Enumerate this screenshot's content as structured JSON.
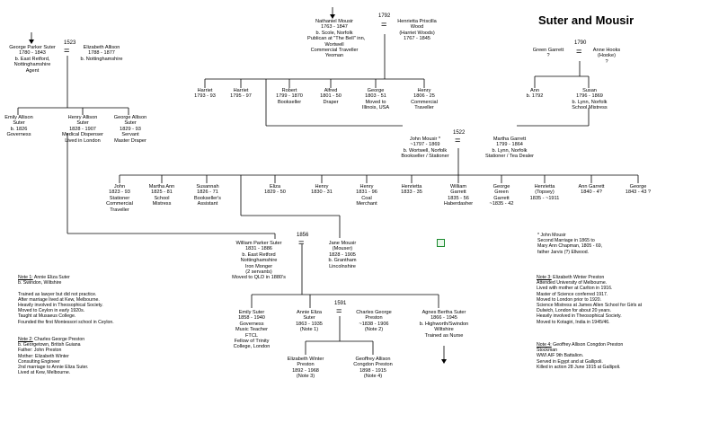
{
  "title": "Suter and Mousir",
  "years": {
    "y1792": "1792",
    "y1523": "1523",
    "y1790": "1790",
    "y1522": "1522",
    "y1856": "1856",
    "y1591": "1591"
  },
  "eq": "=",
  "people": {
    "nathaniel": [
      "Nathaniel Mousir",
      "1763 - 1847",
      "b. Scole, Norfolk",
      "Publican at \"The Bell\" inn,",
      "Wortwell",
      "Commercial Traveller",
      "Yeoman"
    ],
    "henrietta_wood": [
      "Henrietta Priscilla",
      "Wood",
      "(Harriet Woods)",
      "1767 - 1845"
    ],
    "george_parker": [
      "George Parker Suter",
      "1780 - 1843",
      "b. East Retford,",
      "Nottinghamshire",
      "Agent"
    ],
    "elizabeth_allison": [
      "Elizabeth Allison",
      "1788 - 1877",
      "b. Nottinghamshire"
    ],
    "green_garrett": [
      "Green Garrett",
      "?"
    ],
    "anne_hooks": [
      "Anne Hooks",
      "(Hooke)",
      "?"
    ],
    "harriet1": [
      "Harriet",
      "1793 - 93"
    ],
    "harriet2": [
      "Harriet",
      "1795 - 97"
    ],
    "robert": [
      "Robert",
      "1799 - 1870",
      "Bookseller"
    ],
    "alfred": [
      "Alfred",
      "1801 - 50",
      "Draper"
    ],
    "george_m": [
      "George",
      "1803 - 51",
      "Moved to",
      "Illinois, USA"
    ],
    "henry_m": [
      "Henry",
      "1806 - 25",
      "Commercial",
      "Traveller"
    ],
    "ann": [
      "Ann",
      "b. 1792"
    ],
    "susan": [
      "Susan",
      "1796 - 1869",
      "b. Lynn, Norfolk",
      "School Mistress"
    ],
    "emily_allison": [
      "Emily Allison",
      "Suter",
      "b. 1826",
      "Governess"
    ],
    "henry_allison": [
      "Henry Allison",
      "Suter",
      "1828 - 1907",
      "Medical Dispenser",
      "Lived in London"
    ],
    "george_allison": [
      "George Allison",
      "Suter",
      "1829 - 93",
      "Servant",
      "Master Draper"
    ],
    "john_mousir": [
      "John Mousir *",
      "~1797 - 1869",
      "b. Wortwell, Norfolk",
      "Bookseller / Stationer"
    ],
    "martha_garrett": [
      "Martha Garrett",
      "1799 - 1864",
      "b. Lynn, Norfolk",
      "Stationer / Tea Dealer"
    ],
    "john": [
      "John",
      "1823 - 93",
      "Stationer",
      "Commercial",
      "Traveller"
    ],
    "martha_ann": [
      "Martha Ann",
      "1825 - 81",
      "School",
      "Mistress"
    ],
    "susannah": [
      "Susannah",
      "1826 - 71",
      "Bookseller's",
      "Assistant"
    ],
    "eliza": [
      "Eliza",
      "1829 - 50"
    ],
    "henry_g1": [
      "Henry",
      "1830 - 31"
    ],
    "henry_g2": [
      "Henry",
      "1831 - 96",
      "Coal",
      "Merchant"
    ],
    "henrietta1": [
      "Henrietta",
      "1833 - 35"
    ],
    "william_garrett": [
      "William",
      "Garrett",
      "1835 - 56",
      "Haberdasher"
    ],
    "george_green": [
      "George",
      "Green",
      "Garrett",
      "~1835 - 42"
    ],
    "henrietta_topsey": [
      "Henrietta",
      "(Topsey)",
      "1835 - ~1911"
    ],
    "ann_garrett": [
      "Ann Garrett",
      "1840 - 4?"
    ],
    "george_43": [
      "George",
      "1843 - 43 ?"
    ],
    "william_parker": [
      "William Parker Suter",
      "1831 - 1886",
      "b. East Retford",
      "Nottinghamshire",
      "Iron Monger",
      "(2 servants)",
      "Moved to QLD in 1880's"
    ],
    "jane_mousir": [
      "Jane Mousir",
      "(Mouser)",
      "1828 - 1905",
      "b. Grantham",
      "Lincolnshire"
    ],
    "emily_suter": [
      "Emily Suter",
      "1858 - 1940",
      "Governess",
      "Music Teacher",
      "FTCL",
      "Fellow of Trinity",
      "College, London"
    ],
    "annie_eliza": [
      "Annie Eliza",
      "Suter",
      "1863 - 1935",
      "(Note 1)"
    ],
    "charles_preston": [
      "Charles George",
      "Preston",
      "~1838 - 1906",
      "(Note 2)"
    ],
    "agnes": [
      "Agnes Bertha Suter",
      "1866 - 1945",
      "b. Highworth/Swindon",
      "Wiltshire",
      "Trained as Nurse"
    ],
    "elizabeth_winter": [
      "Elizabeth Winter",
      "Preston",
      "1892 - 1968",
      "(Note 3)"
    ],
    "geoffrey": [
      "Geoffrey Allison",
      "Congdon Preston",
      "1898 - 1915",
      "(Note 4)"
    ]
  },
  "footnote": [
    "* John Mousir",
    "Second Marriage in 1865 to",
    "Mary Ann Chapman, 1805 - 69,",
    "father Jarvis (?) Ellwood."
  ],
  "notes": {
    "note1": {
      "heading": "Note 1:",
      "first": " Annie Eliza Suter",
      "lines": [
        "b. Swindon, Wiltshire",
        "",
        "Trained as lawyer but did not practice.",
        "After marriage lived at Kew, Melbourne.",
        "Heavily involved in Theosophical Society.",
        "Moved to Ceylon in early 1920s.",
        "Taught at Musaeus College.",
        "Founded the first Montessori school in Ceylon."
      ]
    },
    "note2": {
      "heading": "Note 2:",
      "first": " Charles George Preston",
      "lines": [
        "b. Georgetown, British Guiana",
        "Father: John Preston",
        "Mother: Elizabeth Winter",
        "Consulting Engineer",
        "2nd marriage to Annie Eliza Suter.",
        "Lived at Kew, Melbourne."
      ]
    },
    "note3": {
      "heading": "Note 3:",
      "first": " Elizabeth Winter Preston",
      "lines": [
        "Attended University of Melbourne.",
        "Lived with mother at Carlton in 1916.",
        "Master of Science conferred 1917.",
        "Moved to London prior to 1920.",
        "Science Mistress at James Allen School for Girls at",
        "Dulwich, London for about 20 years.",
        "Heavily involved in Theosophical Society.",
        "Moved to Kotagiri, India in 1945/46."
      ]
    },
    "note4": {
      "heading": "Note 4:",
      "first": " Geoffrey Allison Congdon Preston",
      "lines": [
        "Stockman",
        "WWI AIF 9th Battalion.",
        "Served in Egypt and at Gallipoli.",
        "Killed in action 28 June 1915 at Gallipoli."
      ]
    }
  },
  "colors": {
    "line": "#000000",
    "marker": "#1b8a2d"
  }
}
